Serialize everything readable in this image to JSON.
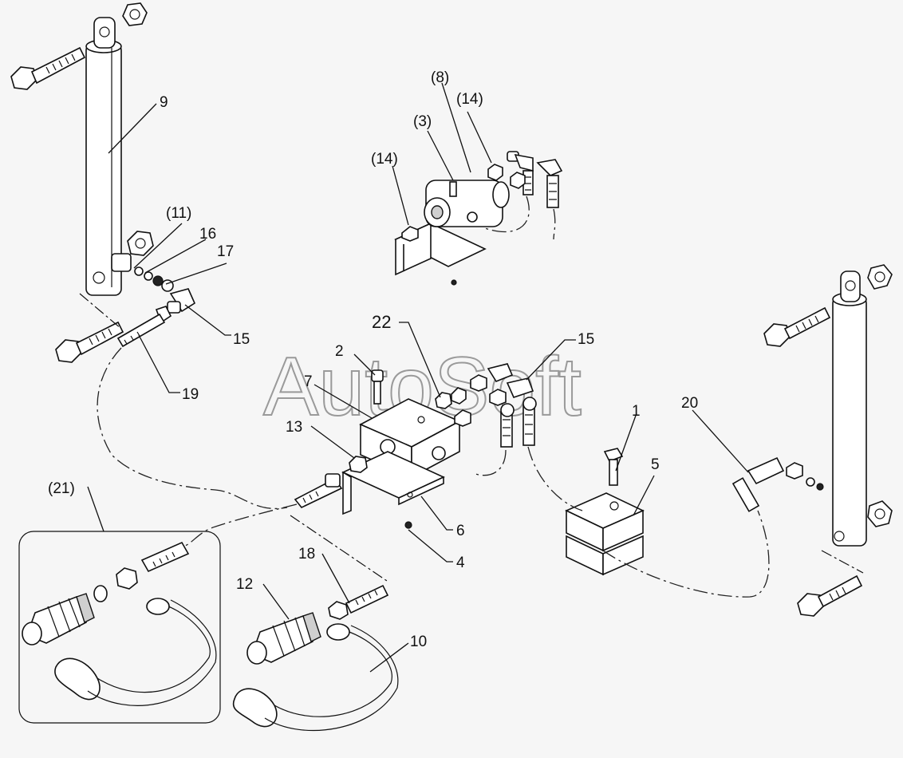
{
  "watermark": "AutoSoft",
  "callouts": {
    "c9": "9",
    "c11": "(11)",
    "c16": "16",
    "c17": "17",
    "c15a": "15",
    "c19": "19",
    "c8": "(8)",
    "c14a": "(14)",
    "c3": "(3)",
    "c14b": "(14)",
    "c22": "22",
    "c2": "2",
    "c7": "7",
    "c15b": "15",
    "c13": "13",
    "c1": "1",
    "c5": "5",
    "c20": "20",
    "c6": "6",
    "c4": "4",
    "c21": "(21)",
    "c18": "18",
    "c12": "12",
    "c10": "10"
  }
}
